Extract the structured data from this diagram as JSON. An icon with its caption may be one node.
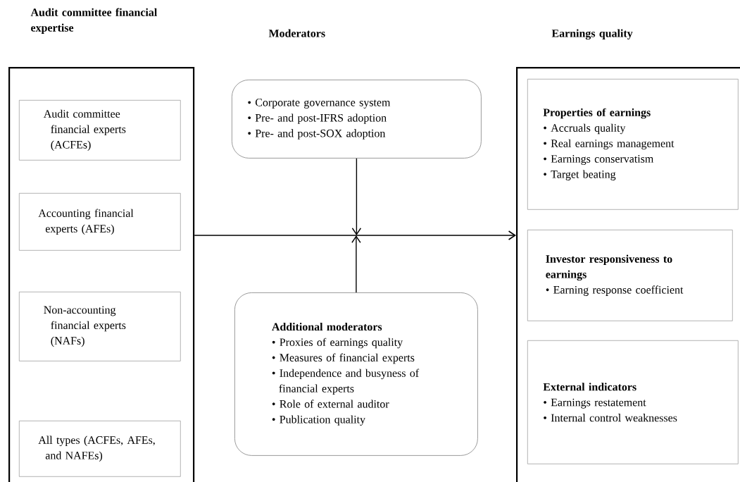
{
  "diagram": {
    "nodes": [
      {
        "text": [
          "Audit committee financial expertise"
        ]
      },
      {
        "text": [
          "Audit committee financial experts (ACFEs)"
        ],
        "in": 0
      },
      {
        "text": [
          "Accounting financial experts (AFEs)"
        ],
        "in": 0
      },
      {
        "text": [
          "Non-accounting financial experts (NAFs)"
        ],
        "in": 0
      },
      {
        "text": [
          "All types (ACFEs, AFEs, and NAFEs)"
        ],
        "in": 0
      },
      {
        "text": [
          "• Corporate governance system",
          "• Pre- and post-IFRS adoption",
          "• Pre- and post-SOX adoption"
        ]
      },
      {
        "text": [
          "Additional moderators",
          "• Proxies of earnings quality",
          "• Measures of financial experts",
          "• Independence and busyness of financial experts",
          "• Role of external auditor",
          "• Publication quality"
        ]
      },
      {
        "text": [
          "Earnings quality"
        ]
      },
      {
        "text": [
          "Properties of earnings",
          "• Accruals quality",
          "• Real earnings management",
          "• Earnings conservatism",
          "• Target beating"
        ],
        "in": 7
      },
      {
        "text": [
          "Investor responsiveness to earnings",
          "• Earning response coefficient"
        ],
        "in": 7
      },
      {
        "text": [
          "External indicators",
          "• Earnings restatement",
          "• Internal control weaknesses"
        ],
        "in": 7
      }
    ],
    "edges": [
      {
        "from": 0,
        "to": 7,
        "arrow": "to"
      },
      {
        "from": 5,
        "to": null,
        "arrow": "to"
      },
      {
        "from": 6,
        "to": null,
        "arrow": "to"
      }
    ],
    "labels": [
      "Moderators"
    ]
  }
}
